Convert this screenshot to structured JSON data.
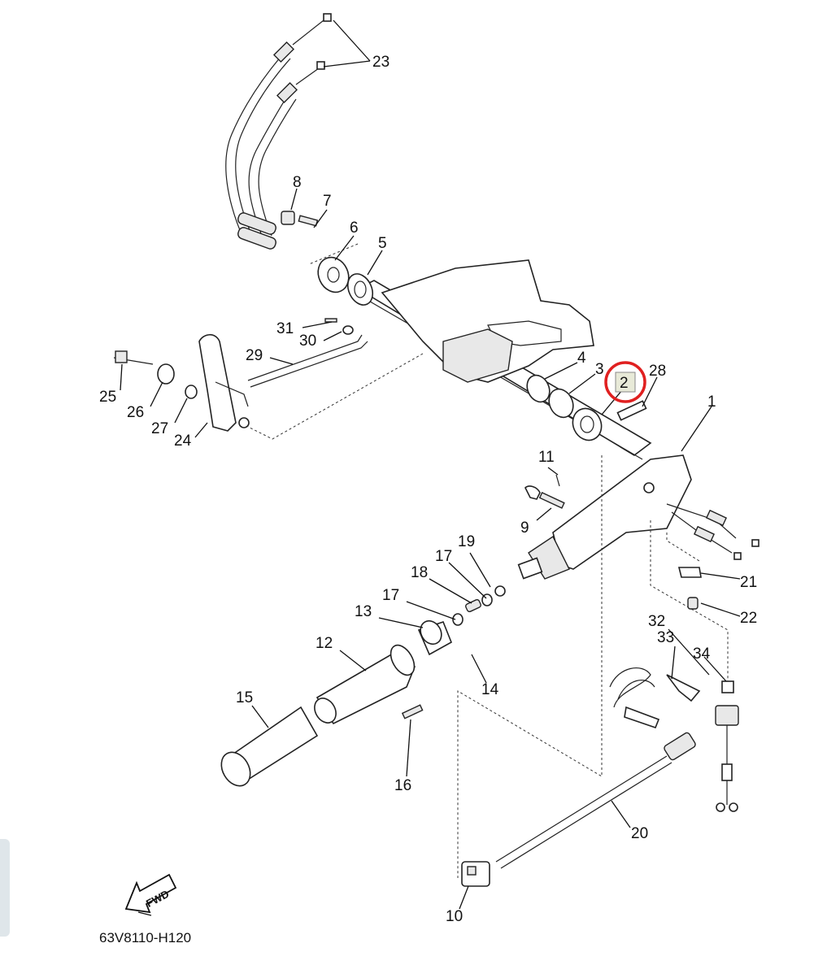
{
  "diagram": {
    "drawing_code": "63V8110-H120",
    "fwd_label": "FWD",
    "highlighted_part": "2",
    "highlight_color": "#e02020",
    "part_numbers": {
      "p1": "1",
      "p2": "2",
      "p3": "3",
      "p4": "4",
      "p5": "5",
      "p6": "6",
      "p7": "7",
      "p8": "8",
      "p9": "9",
      "p10": "10",
      "p11": "11",
      "p12": "12",
      "p13": "13",
      "p14": "14",
      "p15": "15",
      "p16": "16",
      "p17a": "17",
      "p17b": "17",
      "p18": "18",
      "p19": "19",
      "p20": "20",
      "p21": "21",
      "p22": "22",
      "p23": "23",
      "p24": "24",
      "p25": "25",
      "p26": "26",
      "p27": "27",
      "p28": "28",
      "p29": "29",
      "p30": "30",
      "p31": "31",
      "p32": "32",
      "p33": "33",
      "p34": "34"
    }
  }
}
